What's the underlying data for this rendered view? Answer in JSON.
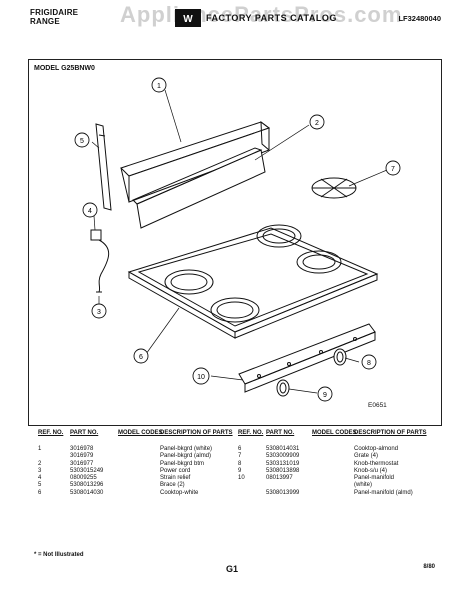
{
  "header": {
    "brand_line1": "FRIGIDAIRE",
    "brand_line2": "RANGE",
    "catalog_title": "FACTORY PARTS CATALOG",
    "watermark": "AppliancePartsPros.com",
    "catalog_number": "LF32480040"
  },
  "model_label": "MODEL G25BNW0",
  "diagram": {
    "figure_id": "E0651",
    "callouts": [
      "1",
      "2",
      "3",
      "4",
      "5",
      "6",
      "7",
      "8",
      "9",
      "10"
    ]
  },
  "parts_table": {
    "headers": {
      "ref_no": "REF. NO.",
      "part_no": "PART NO.",
      "model_codes": "MODEL CODES",
      "description": "DESCRIPTION OF PARTS"
    },
    "left": [
      {
        "ref": "1",
        "part": "3016978",
        "code": "",
        "desc": "Panel-bkgrd (white)"
      },
      {
        "ref": "",
        "part": "3016979",
        "code": "",
        "desc": "Panel-bkgrd (almd)"
      },
      {
        "ref": "2",
        "part": "3016977",
        "code": "",
        "desc": "Panel-bkgrd btm"
      },
      {
        "ref": "3",
        "part": "5303015249",
        "code": "",
        "desc": "Power cord"
      },
      {
        "ref": "4",
        "part": "08009255",
        "code": "",
        "desc": "Strain relief"
      },
      {
        "ref": "5",
        "part": "5308013296",
        "code": "",
        "desc": "Brace (2)"
      },
      {
        "ref": "6",
        "part": "5308014030",
        "code": "",
        "desc": "Cooktop-white"
      }
    ],
    "right": [
      {
        "ref": "6",
        "part": "5308014031",
        "code": "",
        "desc": "Cooktop-almond"
      },
      {
        "ref": "7",
        "part": "5303009909",
        "code": "",
        "desc": "Grate (4)"
      },
      {
        "ref": "8",
        "part": "5303131019",
        "code": "",
        "desc": "Knob-thermostat"
      },
      {
        "ref": "9",
        "part": "5308013898",
        "code": "",
        "desc": "Knob-s/u (4)"
      },
      {
        "ref": "10",
        "part": "08013997",
        "code": "",
        "desc": "Panel-manifold"
      },
      {
        "ref": "",
        "part": "",
        "code": "",
        "desc": "(white)"
      },
      {
        "ref": "",
        "part": "5308013999",
        "code": "",
        "desc": "Panel-manifold (almd)"
      }
    ]
  },
  "footer": {
    "note": "* = Not Illustrated",
    "page_code": "G1",
    "date": "8/80"
  }
}
